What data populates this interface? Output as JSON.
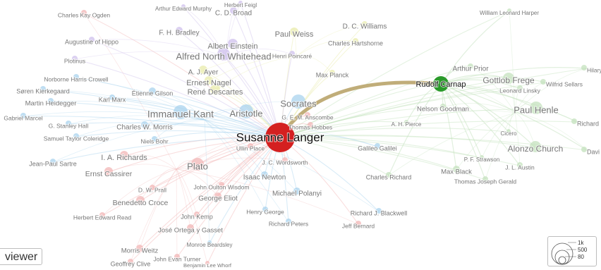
{
  "viewer_button": {
    "label": "viewer"
  },
  "size_legend": {
    "labels": [
      "1k",
      "500",
      "80"
    ]
  },
  "focus": {
    "primary": "Susanne Langer",
    "secondary": "Rudolf Carnap"
  },
  "colors": {
    "primary_node": "#d42020",
    "secondary_node": "#2a9a2a",
    "connection_edge": "#b9a46a",
    "cluster_red": "#f2b6b6",
    "cluster_blue": "#a9d3ee",
    "cluster_purple": "#cfc0ec",
    "cluster_green": "#c4e2bd",
    "cluster_yellow": "#e8ebaa"
  },
  "nodes": [
    {
      "name": "Charles Kay Ogden",
      "cluster": "red"
    },
    {
      "name": "Arthur Edward Murphy",
      "cluster": "purple"
    },
    {
      "name": "Herbert Feigl",
      "cluster": "purple"
    },
    {
      "name": "C. D. Broad",
      "cluster": "purple"
    },
    {
      "name": "William Leonard Harper",
      "cluster": "green"
    },
    {
      "name": "D. C. Williams",
      "cluster": "yellow"
    },
    {
      "name": "F. H. Bradley",
      "cluster": "purple"
    },
    {
      "name": "Paul Weiss",
      "cluster": "yellow"
    },
    {
      "name": "Augustine of Hippo",
      "cluster": "purple"
    },
    {
      "name": "Albert Einstein",
      "cluster": "purple"
    },
    {
      "name": "Charles Hartshorne",
      "cluster": "yellow"
    },
    {
      "name": "Plotinus",
      "cluster": "purple"
    },
    {
      "name": "Alfred North Whitehead",
      "cluster": "purple"
    },
    {
      "name": "Henri Poincaré",
      "cluster": "purple"
    },
    {
      "name": "Arthur Prior",
      "cluster": "green"
    },
    {
      "name": "Hilary",
      "cluster": "green"
    },
    {
      "name": "A. J. Ayer",
      "cluster": "yellow"
    },
    {
      "name": "Max Planck",
      "cluster": "yellow"
    },
    {
      "name": "Rudolf Carnap",
      "cluster": "green"
    },
    {
      "name": "Gottlob Frege",
      "cluster": "green"
    },
    {
      "name": "Wilfrid Sellars",
      "cluster": "green"
    },
    {
      "name": "Norborne Harris Crowell",
      "cluster": "blue"
    },
    {
      "name": "Ernest Nagel",
      "cluster": "yellow"
    },
    {
      "name": "Leonard Linsky",
      "cluster": "green"
    },
    {
      "name": "Søren Kierkegaard",
      "cluster": "blue"
    },
    {
      "name": "Étienne Gilson",
      "cluster": "blue"
    },
    {
      "name": "René Descartes",
      "cluster": "yellow"
    },
    {
      "name": "Karl Marx",
      "cluster": "blue"
    },
    {
      "name": "Socrates",
      "cluster": "blue"
    },
    {
      "name": "Martin Heidegger",
      "cluster": "blue"
    },
    {
      "name": "Nelson Goodman",
      "cluster": "green"
    },
    {
      "name": "Paul Henle",
      "cluster": "green"
    },
    {
      "name": "Immanuel Kant",
      "cluster": "blue"
    },
    {
      "name": "Aristotle",
      "cluster": "blue"
    },
    {
      "name": "G. E. M. Anscombe",
      "cluster": "red"
    },
    {
      "name": "Gabriel Marcel",
      "cluster": "blue"
    },
    {
      "name": "G. Stanley Hall",
      "cluster": "blue"
    },
    {
      "name": "Charles W. Morris",
      "cluster": "blue"
    },
    {
      "name": "Thomas Hobbes",
      "cluster": "red"
    },
    {
      "name": "A. H. Pierce",
      "cluster": "green"
    },
    {
      "name": "Richard",
      "cluster": "green"
    },
    {
      "name": "Cicero",
      "cluster": "green"
    },
    {
      "name": "Susanne Langer",
      "cluster": "primary"
    },
    {
      "name": "Samuel Taylor Coleridge",
      "cluster": "blue"
    },
    {
      "name": "Niels Bohr",
      "cluster": "blue"
    },
    {
      "name": "Ullin Place",
      "cluster": "red"
    },
    {
      "name": "Galileo Galilei",
      "cluster": "blue"
    },
    {
      "name": "Alonzo Church",
      "cluster": "green"
    },
    {
      "name": "Davi",
      "cluster": "green"
    },
    {
      "name": "I. A. Richards",
      "cluster": "red"
    },
    {
      "name": "P. F. Strawson",
      "cluster": "green"
    },
    {
      "name": "Jean-Paul Sartre",
      "cluster": "blue"
    },
    {
      "name": "Plato",
      "cluster": "red"
    },
    {
      "name": "J. C. Wordsworth",
      "cluster": "red"
    },
    {
      "name": "J. L. Austin",
      "cluster": "green"
    },
    {
      "name": "Ernst Cassirer",
      "cluster": "red"
    },
    {
      "name": "Isaac Newton",
      "cluster": "blue"
    },
    {
      "name": "Charles Richard",
      "cluster": "green"
    },
    {
      "name": "Max Black",
      "cluster": "green"
    },
    {
      "name": "Thomas Joseph Gerald",
      "cluster": "green"
    },
    {
      "name": "D. W. Prall",
      "cluster": "red"
    },
    {
      "name": "John Oulton Wisdom",
      "cluster": "red"
    },
    {
      "name": "Michael Polanyi",
      "cluster": "blue"
    },
    {
      "name": "George Eliot",
      "cluster": "red"
    },
    {
      "name": "Benedetto Croce",
      "cluster": "red"
    },
    {
      "name": "Henry George",
      "cluster": "blue"
    },
    {
      "name": "Richard J. Blackwell",
      "cluster": "blue"
    },
    {
      "name": "John Kemp",
      "cluster": "red"
    },
    {
      "name": "Herbert Edward Read",
      "cluster": "red"
    },
    {
      "name": "Richard Peters",
      "cluster": "blue"
    },
    {
      "name": "Jeff Bernard",
      "cluster": "red"
    },
    {
      "name": "José Ortega y Gasset",
      "cluster": "red"
    },
    {
      "name": "Monroe Beardsley",
      "cluster": "blue"
    },
    {
      "name": "Morris Weitz",
      "cluster": "red"
    },
    {
      "name": "John Evan Turner",
      "cluster": "red"
    },
    {
      "name": "Geoffrey Clive",
      "cluster": "red"
    },
    {
      "name": "Benjamin Lee Whorf",
      "cluster": "red"
    }
  ]
}
